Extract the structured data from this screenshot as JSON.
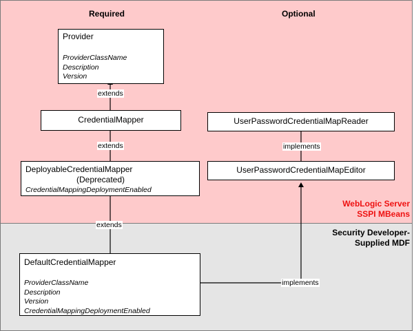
{
  "columns": {
    "required": "Required",
    "optional": "Optional"
  },
  "regions": {
    "top": {
      "line1": "WebLogic Server",
      "line2": "SSPI MBeans",
      "fill": "#fecacb",
      "text_color": "#ee1111"
    },
    "bottom": {
      "line1": "Security Developer-",
      "line2": "Supplied MDF",
      "fill": "#e5e5e5",
      "text_color": "#000000"
    }
  },
  "boxes": {
    "provider": {
      "title": "Provider",
      "attrs": [
        "ProviderClassName",
        "Description",
        "Version"
      ]
    },
    "credential_mapper": {
      "title": "CredentialMapper"
    },
    "deployable_credential_mapper": {
      "title": "DeployableCredentialMapper",
      "subtitle": "(Deprecated)",
      "attrs": [
        "CredentialMappingDeploymentEnabled"
      ]
    },
    "default_credential_mapper": {
      "title": "DefaultCredentialMapper",
      "attrs": [
        "ProviderClassName",
        "Description",
        "Version",
        "CredentialMappingDeploymentEnabled"
      ]
    },
    "user_password_reader": {
      "title": "UserPasswordCredentialMapReader"
    },
    "user_password_editor": {
      "title": "UserPasswordCredentialMapEditor"
    }
  },
  "relations": {
    "extends_1": "extends",
    "extends_2": "extends",
    "extends_3": "extends",
    "implements_1": "implements",
    "implements_2": "implements"
  }
}
